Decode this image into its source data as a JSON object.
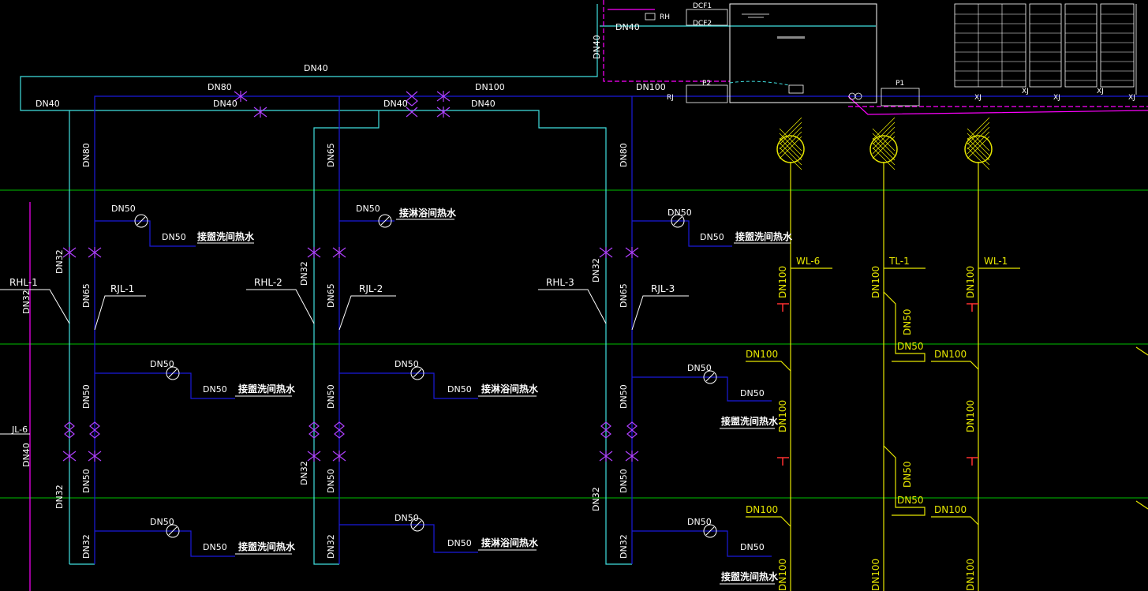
{
  "colors": {
    "background": "#000000",
    "cyan": "#41e0e0",
    "blue": "#1a1adc",
    "green": "#00c000",
    "yellow": "#e6e600",
    "magenta": "#ff00ff",
    "purple": "#b040ff",
    "white": "#ffffff",
    "red": "#ff3030"
  },
  "top": {
    "dn40_top": "DN40",
    "dn80": "DN80",
    "dn100": "DN100",
    "dn40_left": "DN40",
    "dn40_a": "DN40",
    "dn40_b": "DN40",
    "dn40_c": "DN40",
    "dn100_right": "DN100",
    "dn40_vertical": "DN40",
    "dn40_box": "DN40",
    "rj": "RJ",
    "rh": "RH",
    "dcf1": "DCF1",
    "dcf2": "DCF2",
    "p2": "P2",
    "p1": "P1",
    "xj1": "XJ",
    "xj2": "XJ",
    "xj3": "XJ",
    "xj4": "XJ",
    "xj5": "XJ"
  },
  "risers": {
    "rhl1": "RHL-1",
    "rjl1": "RJL-1",
    "rhl2": "RHL-2",
    "rjl2": "RJL-2",
    "rhl3": "RHL-3",
    "rjl3": "RJL-3",
    "jl6": "JL-6",
    "wl6": "WL-6",
    "tl1": "TL-1",
    "wl1": "WL-1"
  },
  "branches": {
    "dn50": "DN50",
    "dn80": "DN80",
    "dn65": "DN65",
    "dn32": "DN32",
    "dn40": "DN40",
    "dn100": "DN100",
    "wash_hot": "接盥洗间热水",
    "shower_hot": "接淋浴间热水"
  }
}
